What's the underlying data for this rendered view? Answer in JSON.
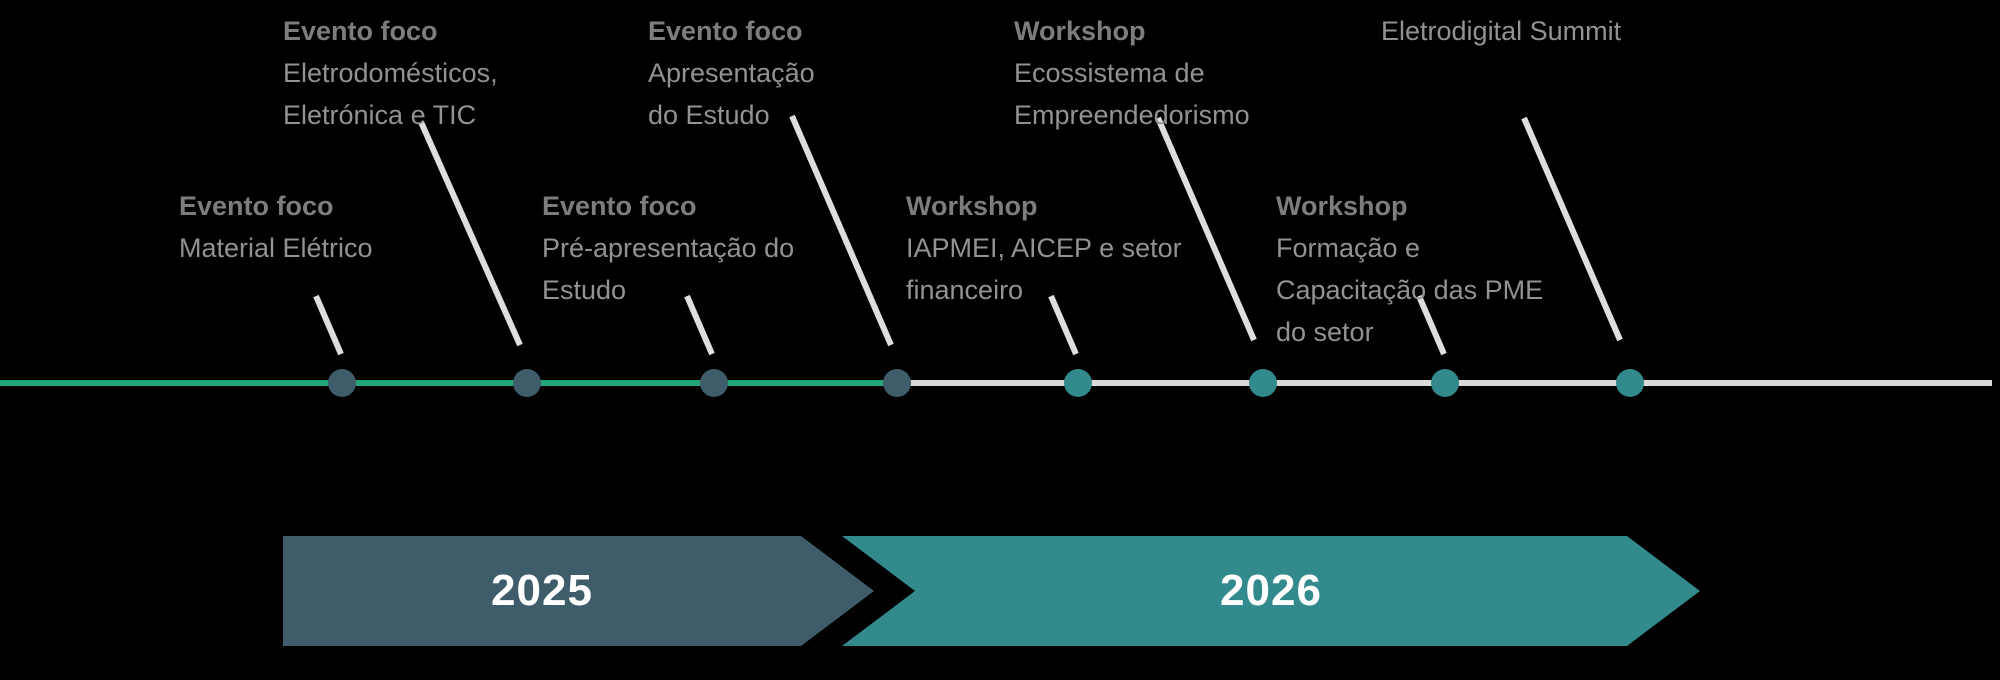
{
  "timeline": {
    "events": [
      {
        "heading": "Evento foco",
        "detail": "Material Elétrico"
      },
      {
        "heading": "Evento foco",
        "detail": "Eletrodomésticos,\nEletrónica e TIC"
      },
      {
        "heading": "Evento foco",
        "detail": "Pré-apresentação do\nEstudo"
      },
      {
        "heading": "Evento foco",
        "detail": "Apresentação\ndo Estudo"
      },
      {
        "heading": "Workshop",
        "detail": "IAPMEI, AICEP e setor\nfinanceiro"
      },
      {
        "heading": "Workshop",
        "detail": "Ecossistema de\nEmpreendedorismo"
      },
      {
        "heading": "Workshop",
        "detail": "Formação e\nCapacitação das PME\ndo setor"
      },
      {
        "heading": "",
        "detail": "Eletrodigital Summit"
      }
    ],
    "eras": [
      {
        "label": "2025",
        "color": "#3E5C69"
      },
      {
        "label": "2026",
        "color": "#338A8D"
      }
    ]
  },
  "colors": {
    "background": "#000000",
    "line-green": "#22A579",
    "line-gray": "#D9D9D9",
    "leader-line": "#DEDEDE",
    "dot-dark": "#3E5C69",
    "dot-teal": "#338A8D",
    "banner-2025": "#3E5C69",
    "banner-2026": "#338A8D",
    "text-heading": "#7D7D7D",
    "text-detail": "#929292",
    "banner-text": "#FFFFFF"
  }
}
